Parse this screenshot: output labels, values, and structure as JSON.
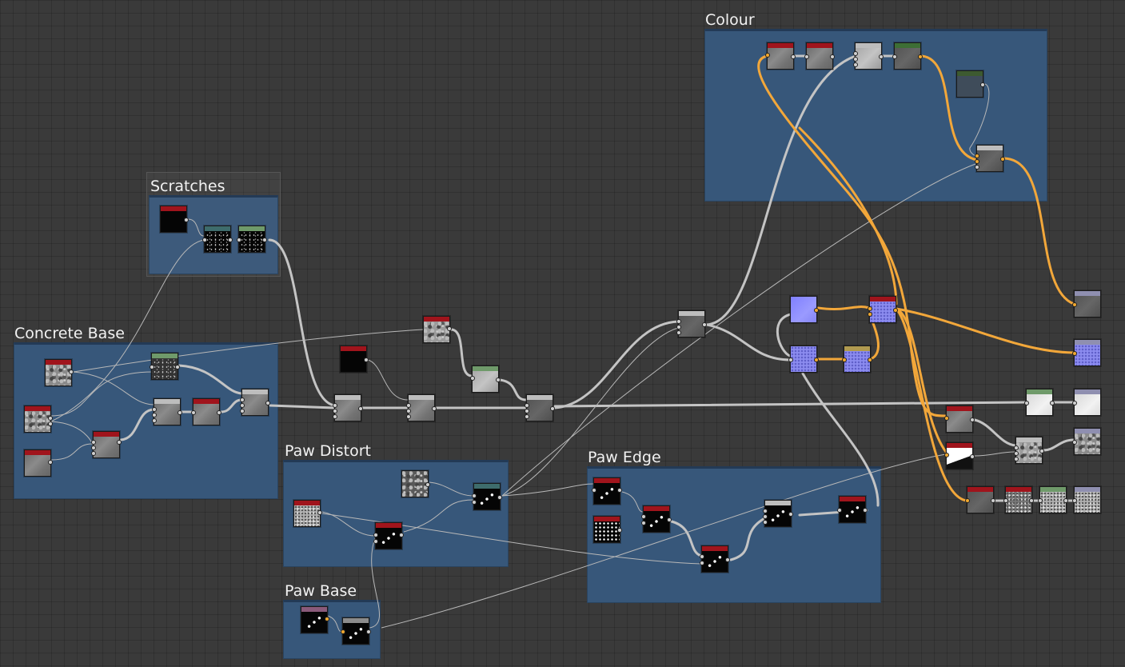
{
  "frames": {
    "colour": "Colour",
    "scratches": "Scratches",
    "concrete_base": "Concrete Base",
    "paw_distort": "Paw Distort",
    "paw_edge": "Paw Edge",
    "paw_base": "Paw Base"
  },
  "colors": {
    "canvas": "#3a3a3a",
    "frame_fill": "#37577a",
    "wire_gray": "#bdbdbd",
    "wire_orange": "#f0a830",
    "header_red": "#a0141c",
    "header_green": "#6f9a6a",
    "header_dkgreen": "#3d6e35",
    "header_teal": "#3e6c6c",
    "header_lavender": "#8f8fb0",
    "header_olive": "#b09a50"
  }
}
